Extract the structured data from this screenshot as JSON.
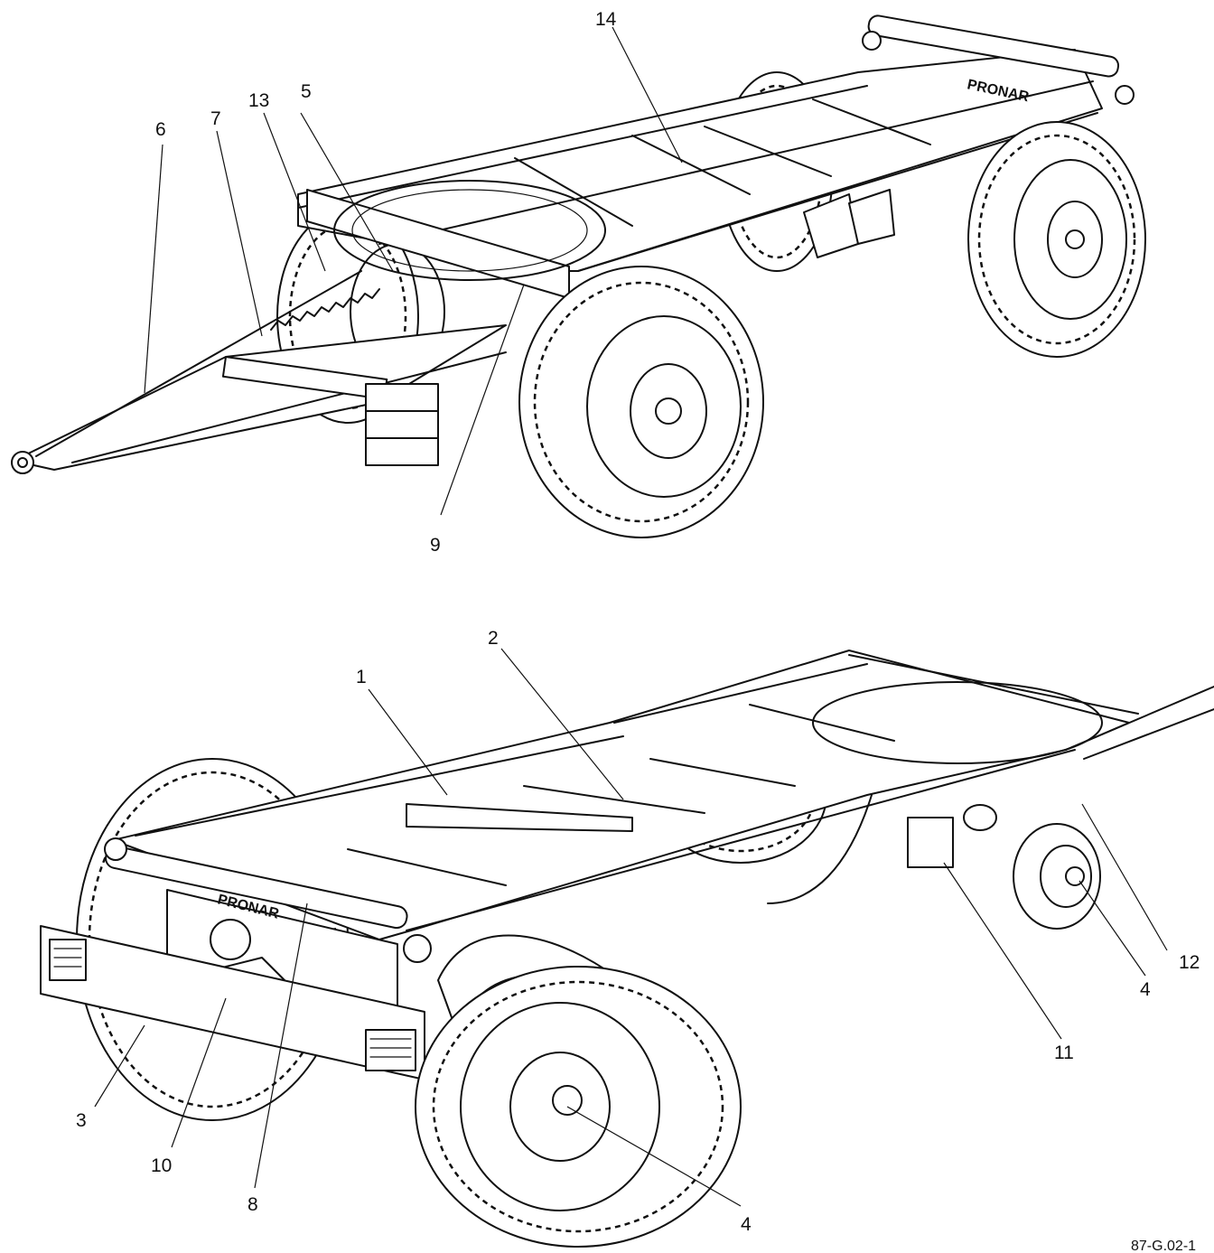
{
  "figure_code": "87-G.02-1",
  "upper_view": {
    "callouts": [
      {
        "id": "callout-14",
        "text": "14"
      },
      {
        "id": "callout-5",
        "text": "5"
      },
      {
        "id": "callout-13",
        "text": "13"
      },
      {
        "id": "callout-7",
        "text": "7"
      },
      {
        "id": "callout-6",
        "text": "6"
      },
      {
        "id": "callout-9",
        "text": "9"
      }
    ],
    "brand_marking": "PRONAR"
  },
  "lower_view": {
    "callouts": [
      {
        "id": "callout-1",
        "text": "1"
      },
      {
        "id": "callout-2",
        "text": "2"
      },
      {
        "id": "callout-3",
        "text": "3"
      },
      {
        "id": "callout-10",
        "text": "10"
      },
      {
        "id": "callout-8",
        "text": "8"
      },
      {
        "id": "callout-4a",
        "text": "4"
      },
      {
        "id": "callout-11",
        "text": "11"
      },
      {
        "id": "callout-4b",
        "text": "4"
      },
      {
        "id": "callout-12",
        "text": "12"
      }
    ],
    "brand_marking": "PRONAR"
  },
  "colors": {
    "line": "#111111",
    "background": "#ffffff"
  }
}
